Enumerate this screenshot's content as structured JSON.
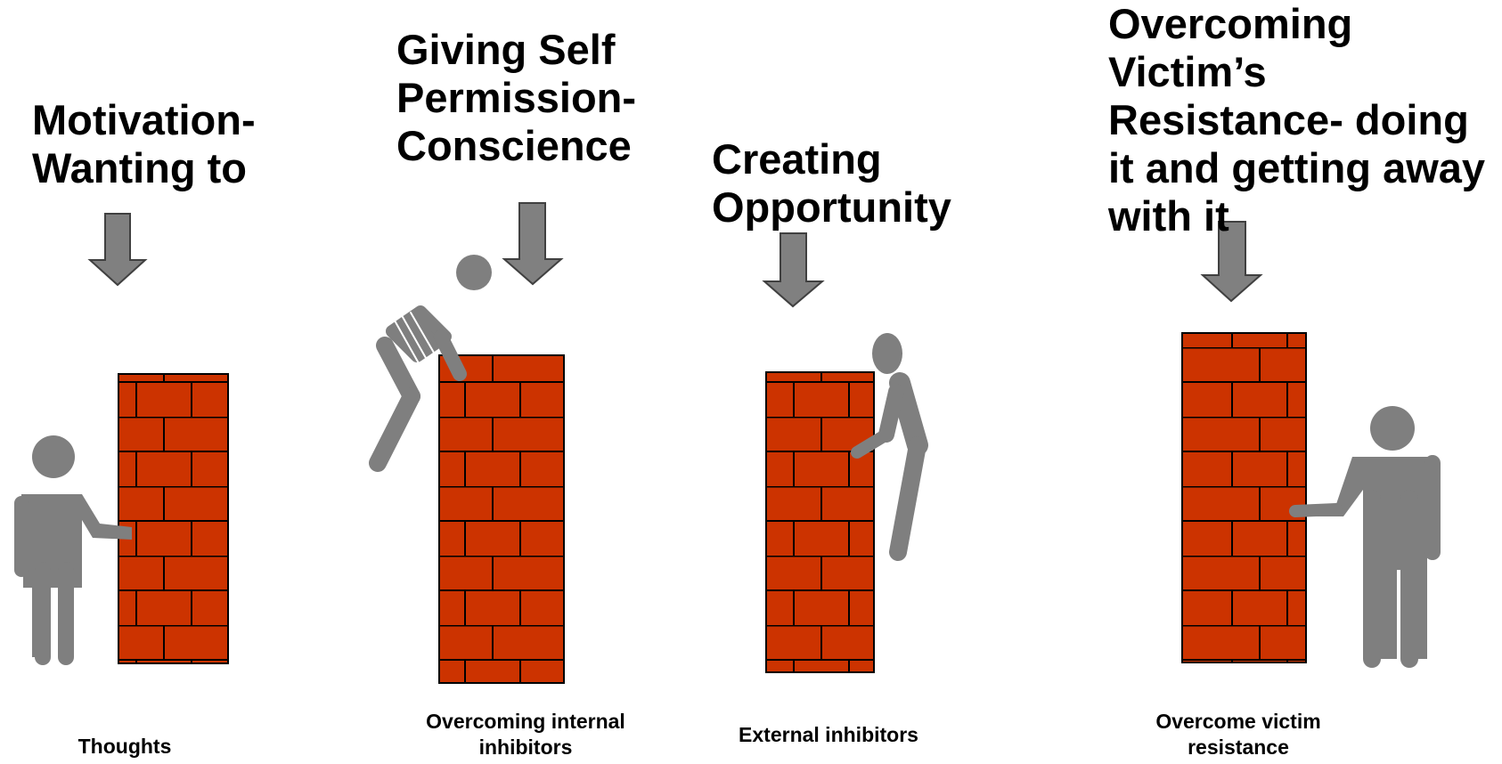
{
  "stages": [
    {
      "heading": "Motivation-\nWanting to",
      "caption": "Thoughts"
    },
    {
      "heading": "Giving Self\nPermission-\nConscience",
      "caption": "Overcoming internal\ninhibitors"
    },
    {
      "heading": "Creating\nOpportunity",
      "caption": "External inhibitors"
    },
    {
      "heading": "Overcoming\nVictim’s\nResistance- doing\nit and getting away\nwith it",
      "caption": "Overcome victim\nresistance"
    }
  ],
  "colors": {
    "brick": "#cc3300",
    "mortar": "#000000",
    "figure": "#7f7f7f",
    "arrow": "#808080"
  },
  "icons": [
    "down-arrow-icon",
    "brick-wall-icon",
    "person-icon"
  ]
}
